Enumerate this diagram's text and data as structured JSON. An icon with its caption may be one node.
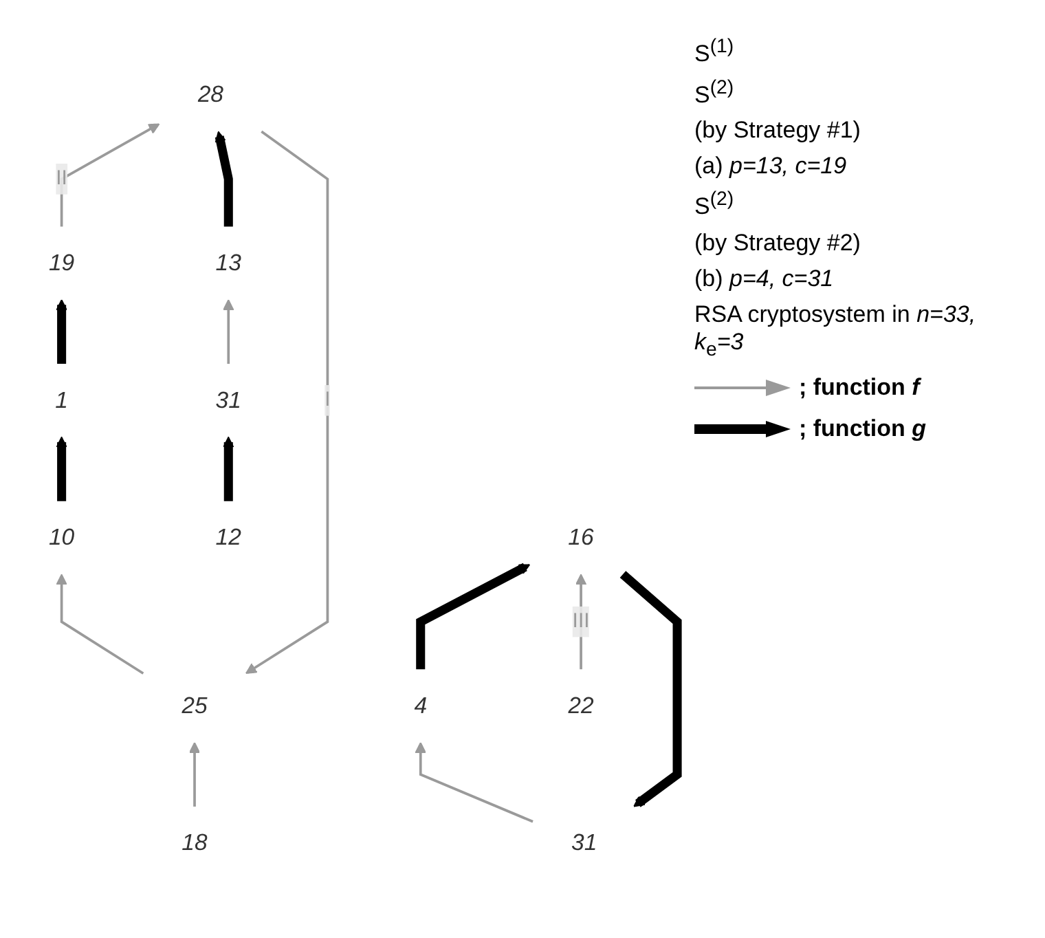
{
  "diagram": {
    "nodes": [
      {
        "text": [
          "25"
        ]
      },
      {
        "text": [
          "10"
        ]
      },
      {
        "text": [
          "18"
        ]
      },
      {
        "text": [
          "28"
        ]
      },
      {
        "text": [
          "1"
        ]
      },
      {
        "text": [
          "19"
        ]
      },
      {
        "text": [
          "13"
        ]
      },
      {
        "text": [
          "31"
        ]
      },
      {
        "text": [
          "12"
        ]
      },
      {
        "text": [
          "31"
        ]
      },
      {
        "text": [
          "16"
        ]
      },
      {
        "text": [
          "4"
        ]
      },
      {
        "text": [
          "22"
        ]
      }
    ],
    "edges": [
      {
        "from": 2,
        "to": 0,
        "arrow": "to"
      },
      {
        "from": 0,
        "to": 1,
        "arrow": "to"
      },
      {
        "from": 1,
        "to": 4,
        "arrow": "to",
        "style": "thick",
        "color": "#000000"
      },
      {
        "from": 4,
        "to": 5,
        "arrow": "to",
        "style": "thick",
        "color": "#000000"
      },
      {
        "from": 5,
        "to": 3,
        "arrow": "to",
        "label": "II"
      },
      {
        "from": 3,
        "to": 0,
        "arrow": "to",
        "label": "I"
      },
      {
        "from": 6,
        "to": 3,
        "arrow": "to",
        "style": "thick",
        "color": "#000000"
      },
      {
        "from": 7,
        "to": 6,
        "arrow": "to"
      },
      {
        "from": 8,
        "to": 7,
        "arrow": "to",
        "style": "thick",
        "color": "#000000"
      },
      {
        "from": 10,
        "to": 9,
        "arrow": "to",
        "style": "thick",
        "color": "#000000"
      },
      {
        "from": 9,
        "to": 11,
        "arrow": "to"
      },
      {
        "from": 11,
        "to": 10,
        "arrow": "to",
        "style": "thick",
        "color": "#000000"
      },
      {
        "from": 12,
        "to": 10,
        "arrow": "to",
        "label": "III"
      }
    ],
    "labels": [
      "S$^{(1)}$",
      "S$^{(2)}$",
      "(by Strategy #1)",
      "(a) *p=13, c=19*",
      "S$^{(2)}$",
      "(by Strategy #2)",
      "(b) *p=4, c=31*",
      "RSA cryptosystem in *n=33, k*$_{e}$*=3*"
    ],
    "legend": [
      {
        "text": "; function *f*"
      },
      {
        "text": "; function *g*"
      }
    ]
  }
}
